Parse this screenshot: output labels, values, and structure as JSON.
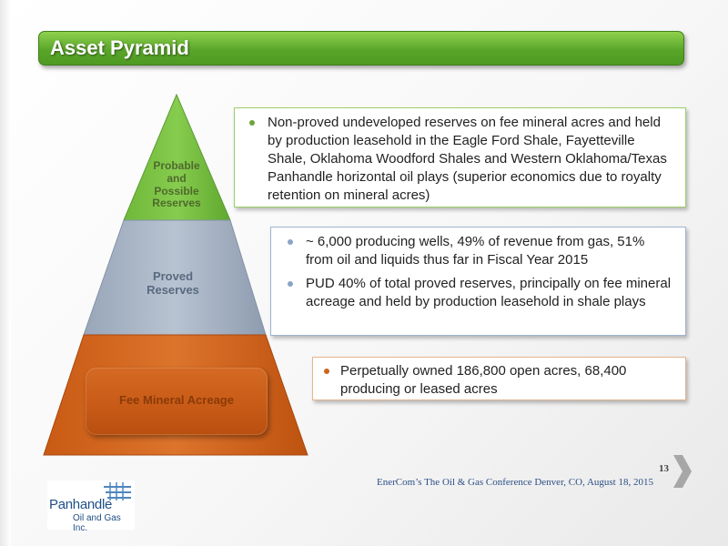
{
  "slide": {
    "title": "Asset Pyramid",
    "page_number": "13",
    "footer": "EnerCom’s The Oil & Gas Conference Denver, CO, August 18, 2015"
  },
  "pyramid": {
    "tiers": [
      {
        "lines": [
          "Probable",
          "and",
          "Possible",
          "Reserves"
        ],
        "color": "#7dc242"
      },
      {
        "lines": [
          "Proved",
          "Reserves"
        ],
        "color": "#aab5c4"
      },
      {
        "lines": [
          "Fee Mineral Acreage"
        ],
        "color": "#d4661f"
      }
    ]
  },
  "callouts": {
    "green": {
      "bullets": [
        "Non-proved undeveloped reserves on fee mineral acres and held by production leasehold in the Eagle Ford Shale, Fayetteville Shale, Oklahoma Woodford Shales and Western Oklahoma/Texas Panhandle horizontal oil plays (superior economics due to royalty retention on mineral acres)"
      ]
    },
    "blue": {
      "bullets": [
        "~ 6,000 producing wells, 49% of revenue from gas, 51% from oil and liquids thus far in Fiscal Year 2015",
        "PUD 40% of total proved reserves, principally on fee mineral acreage and held by production leasehold in shale plays"
      ]
    },
    "orange": {
      "bullets": [
        "Perpetually owned 186,800 open acres, 68,400 producing or leased acres"
      ]
    }
  },
  "logo": {
    "name": "Panhandle",
    "sub": "Oil and Gas Inc."
  },
  "colors": {
    "title_green": "#5aa62a",
    "probable_green": "#7dc242",
    "proved_gray": "#aab5c4",
    "fee_orange": "#d4661f",
    "footer_blue": "#2c4f86"
  }
}
